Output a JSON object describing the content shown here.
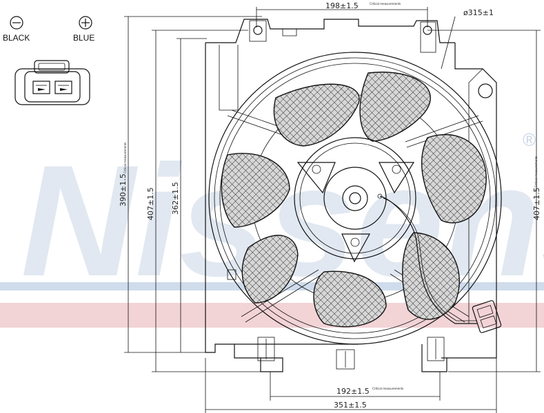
{
  "watermark": {
    "brand": "Nissens",
    "registered_mark": "®"
  },
  "connector": {
    "negative_label": "BLACK",
    "positive_label": "BLUE",
    "negative_symbol": "⊖",
    "positive_symbol": "⊕"
  },
  "dimensions": {
    "top_width": "198±1.5",
    "fan_diameter": "ø315±1",
    "left_outer_height": "390±1.5",
    "left_inner_height": "407±1.5",
    "left_mid_height": "362±1.5",
    "right_height": "407±1.5",
    "bottom_inner_width": "192±1.5",
    "bottom_outer_width": "351±1.5",
    "critical_note": "Critical measurements"
  },
  "colors": {
    "watermark_blue": "#c9d6e6",
    "stripe_blue": "#cfdcec",
    "stripe_red": "#f2d3d6"
  }
}
